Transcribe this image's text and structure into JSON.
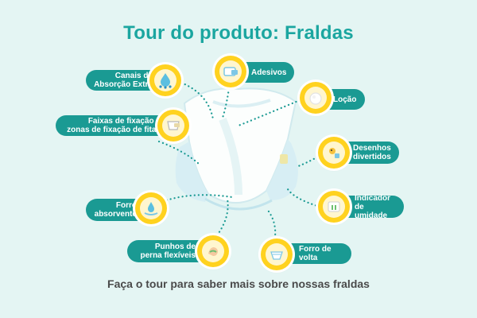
{
  "title": "Tour do produto: Fraldas",
  "footer": "Faça o tour para saber mais sobre nossas fraldas",
  "features": {
    "canais": {
      "label": "Canais de\nAbsorção Extra",
      "icon": "absorption-drops-icon"
    },
    "adesivos": {
      "label": "Adesivos",
      "icon": "adhesive-tab-icon"
    },
    "faixas": {
      "label": "Faixas de fixação e\nzonas de fixação de fitas",
      "icon": "fastening-band-icon"
    },
    "locao": {
      "label": "Loção",
      "icon": "lotion-icon"
    },
    "desenhos": {
      "label": "Desenhos\ndivertidos",
      "icon": "fun-print-icon"
    },
    "forro": {
      "label": "Forro\nabsorvente",
      "icon": "absorbent-liner-icon"
    },
    "indicador": {
      "label": "Indicador\nde umidade",
      "icon": "wetness-indicator-icon"
    },
    "punhos": {
      "label": "Punhos de\nperna flexíveis",
      "icon": "leg-cuff-icon"
    },
    "forro_volta": {
      "label": "Forro de volta",
      "icon": "back-liner-icon"
    }
  },
  "colors": {
    "accent": "#1ba6a0",
    "pill": "#1a9a93",
    "badge": "#ffd21f",
    "background": "#e4f5f3"
  }
}
